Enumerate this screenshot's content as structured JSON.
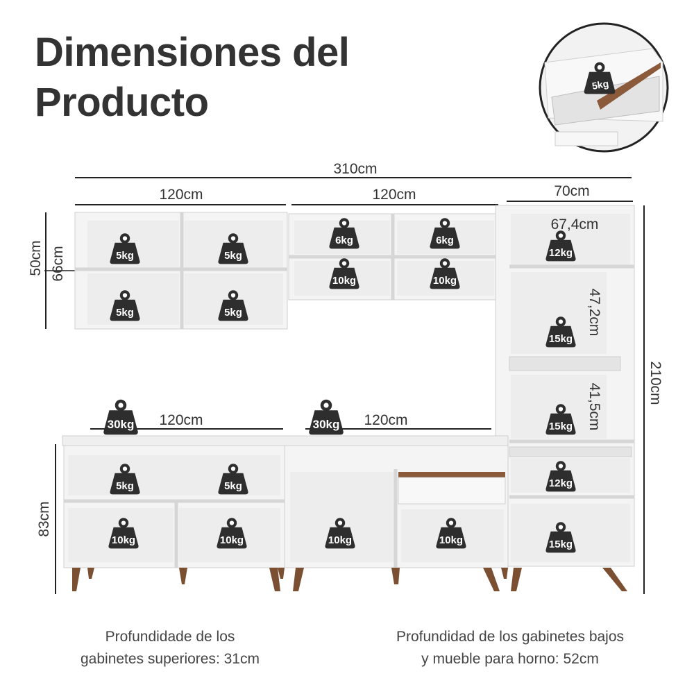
{
  "title": {
    "line1": "Dimensiones del",
    "line2": "Producto"
  },
  "inset": {
    "weight": "5kg"
  },
  "dimensions": {
    "total_width": "310cm",
    "upper_left_width": "120cm",
    "upper_mid_width": "120cm",
    "tower_width": "70cm",
    "tower_inner_width": "67,4cm",
    "upper_height_outer": "50cm",
    "upper_height_inner": "66cm",
    "tower_gap1": "47,2cm",
    "tower_gap2": "41,5cm",
    "total_height": "210cm",
    "counter_left_width": "120cm",
    "counter_mid_width": "120cm",
    "lower_height": "83cm"
  },
  "weights": {
    "upper_left": [
      "5kg",
      "5kg",
      "5kg",
      "5kg"
    ],
    "upper_mid": [
      "6kg",
      "6kg",
      "10kg",
      "10kg"
    ],
    "tower": [
      "12kg",
      "15kg",
      "15kg",
      "12kg",
      "15kg"
    ],
    "counter": [
      "30kg",
      "30kg"
    ],
    "lower_left": [
      "5kg",
      "5kg",
      "10kg",
      "10kg"
    ],
    "lower_mid": [
      "10kg",
      "10kg"
    ]
  },
  "captions": {
    "upper_line1": "Profundidade de los",
    "upper_line2": "gabinetes superiores: 31cm",
    "lower_line1": "Profundidad de los gabinetes bajos",
    "lower_line2": "y mueble para horno: 52cm"
  },
  "colors": {
    "furniture": "#f4f4f4",
    "edge": "#cfcfcf",
    "wood": "#8a5a3a",
    "weight": "#2e2e2e",
    "text": "#333333"
  }
}
